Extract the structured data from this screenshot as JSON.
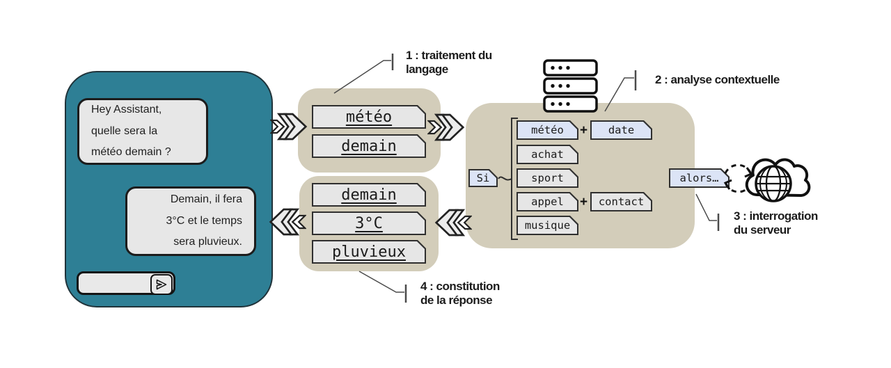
{
  "palette": {
    "teal": "#2e7f95",
    "beige": "#d3cdba",
    "light_blue": "#dce4f6",
    "light_gray": "#e6e6e6"
  },
  "phone": {
    "user_message": "Hey Assistant,\nquelle sera la\nmétéo demain ?",
    "assistant_message": "Demain, il fera\n3°C et le temps\nsera pluvieux."
  },
  "steps": {
    "s1": "1 : traitement du\nlangage",
    "s2": "2 : analyse contextuelle",
    "s3": "3 : interrogation\ndu serveur",
    "s4": "4 : constitution\nde la réponse"
  },
  "nlp_keywords": [
    "météo",
    "demain"
  ],
  "response_keywords": [
    "demain",
    "3°C",
    "pluvieux"
  ],
  "rules": {
    "si": "Si",
    "alors": "alors…",
    "plus": "+",
    "intents": [
      "météo",
      "achat",
      "sport",
      "appel",
      "musique"
    ],
    "params": {
      "meteo": "date",
      "appel": "contact"
    }
  },
  "icons": {
    "send": "send-icon",
    "server": "server-icon",
    "cloud_globe": "cloud-globe-icon",
    "sync": "sync-arrows-icon",
    "flow_right": "double-chevron-right",
    "flow_left": "double-chevron-left"
  }
}
